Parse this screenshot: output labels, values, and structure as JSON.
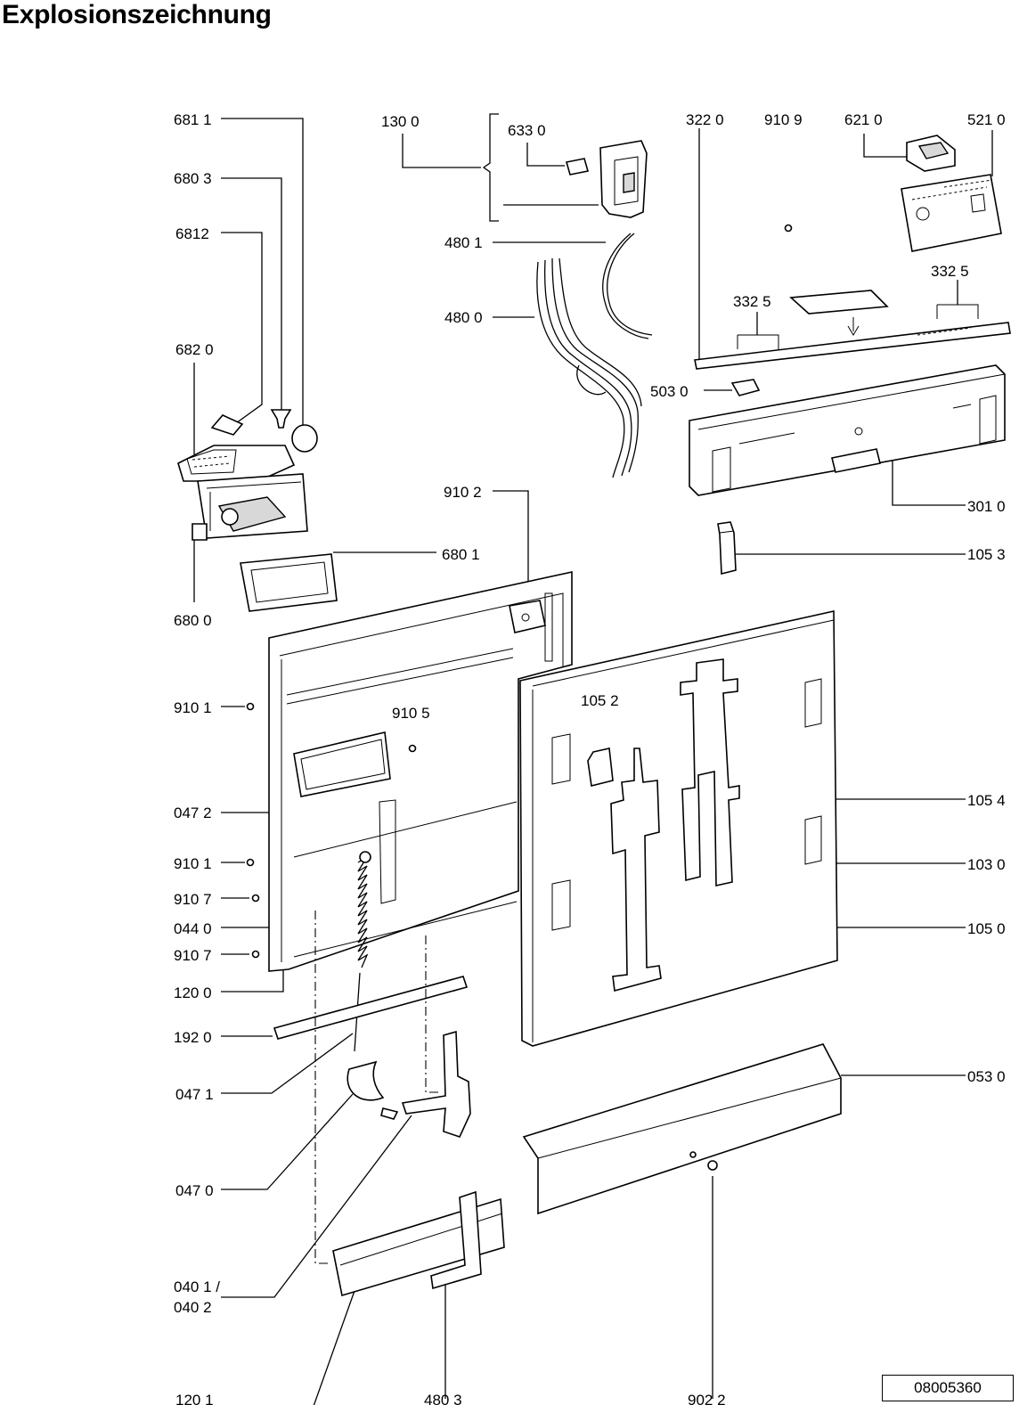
{
  "title": "Explosionszeichnung",
  "document_number": "08005360",
  "labels": {
    "p6811": "681 1",
    "p6803": "680 3",
    "p6812": "6812",
    "p6820": "682 0",
    "p6800": "680 0",
    "p6801": "680 1",
    "p1300": "130 0",
    "p6330": "633 0",
    "p4801": "480 1",
    "p4800": "480 0",
    "p3220": "322  0",
    "p9109": "910 9",
    "p6210": "621 0",
    "p5210": "521 0",
    "p3325a": "332  5",
    "p3325b": "332  5",
    "p5030": "503  0",
    "p3010": "301 0",
    "p1053": "105 3",
    "p9102": "910 2",
    "p9101a": "910 1",
    "p9105": "910 5",
    "p1052": "105 2",
    "p0472": "047 2",
    "p1054": "105 4",
    "p9101b": "910 1",
    "p1030": "103 0",
    "p9107a": "910 7",
    "p0440": "044 0",
    "p1050": "105 0",
    "p9107b": "910 7",
    "p1200": "120 0",
    "p1920": "192 0",
    "p0471": "047 1",
    "p0530": "053 0",
    "p0470": "047 0",
    "p0401": "040 1 /",
    "p0402": "040 2",
    "p1201": "120 1",
    "p4803": "480 3",
    "p9022": "902 2"
  }
}
